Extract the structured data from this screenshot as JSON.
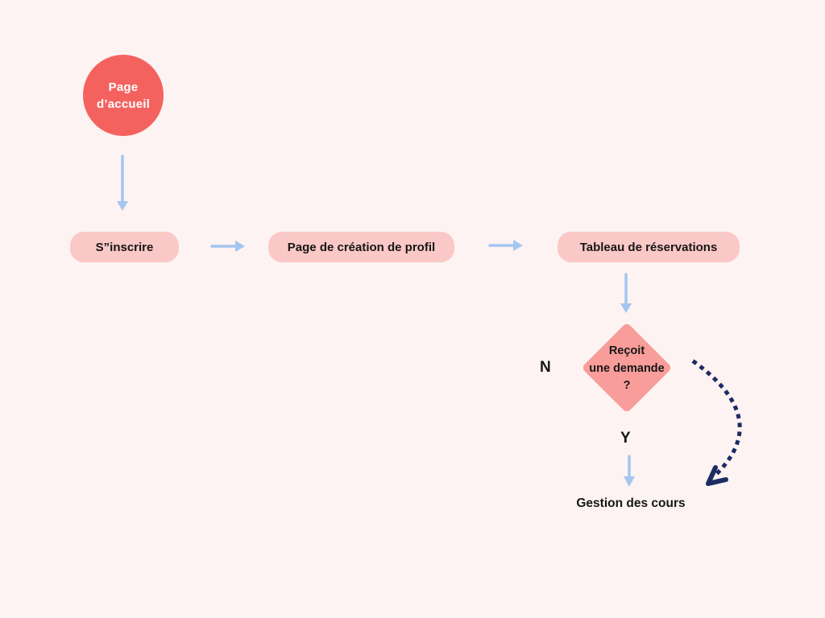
{
  "colors": {
    "background": "#FDF3F2",
    "circle_fill": "#F4625F",
    "box_fill": "#FAC8C6",
    "diamond_fill": "#F89D9A",
    "arrow_blue": "#A4C6F0",
    "curve_navy": "#1C2B62",
    "text_dark": "#161616",
    "text_white": "#FFFFFF"
  },
  "flowchart": {
    "start_node": {
      "line1": "Page",
      "line2": "d’accueil"
    },
    "boxes": [
      {
        "label": "S”inscrire"
      },
      {
        "label": "Page de création de profil"
      },
      {
        "label": "Tableau de réservations"
      }
    ],
    "decision": {
      "line1": "Reçoit",
      "line2": "une demande",
      "line3": "?"
    },
    "branches": {
      "no": "N",
      "yes": "Y"
    },
    "end_node": {
      "label": "Gestion des cours"
    }
  }
}
